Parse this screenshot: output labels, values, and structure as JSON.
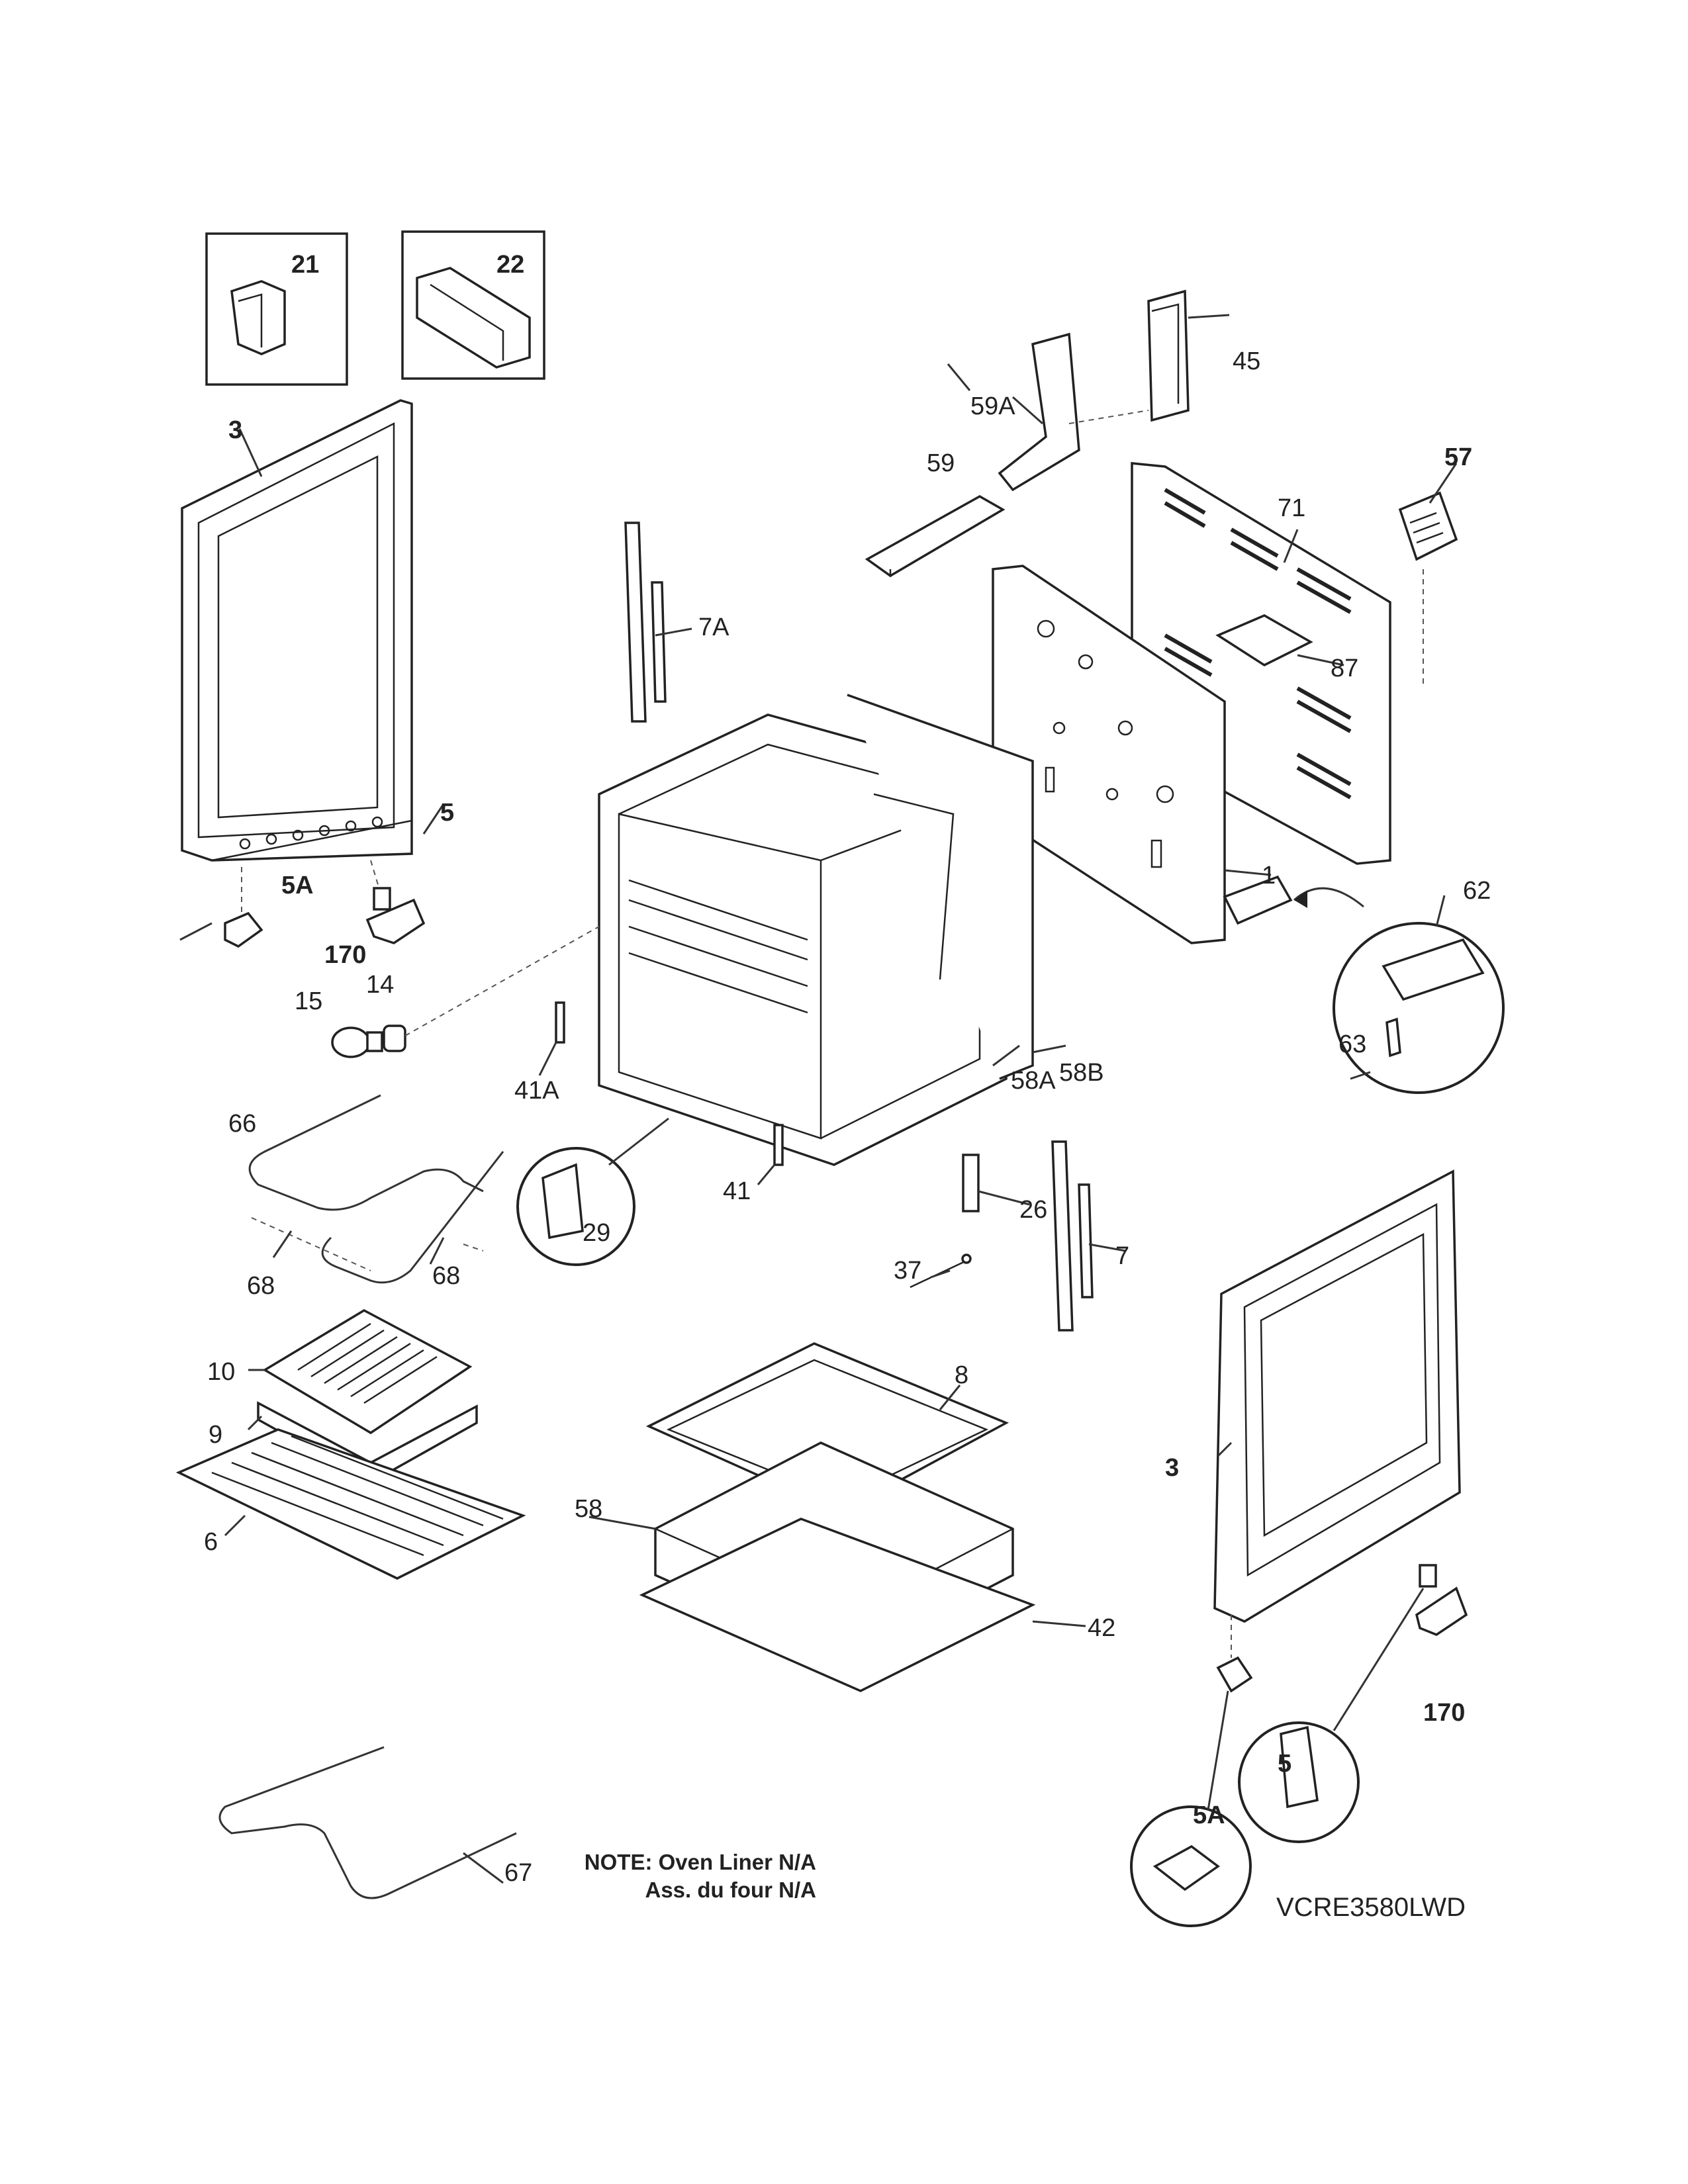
{
  "diagram": {
    "callouts": {
      "c21": "21",
      "c22": "22",
      "c3_left": "3",
      "c45": "45",
      "c59A": "59A",
      "c59": "59",
      "c57": "57",
      "c71": "71",
      "c7A": "7A",
      "c87": "87",
      "c5_left": "5",
      "c5A_left": "5A",
      "c170_left": "170",
      "c1": "1",
      "c62": "62",
      "c63": "63",
      "c15": "15",
      "c14": "14",
      "c41A": "41A",
      "c58A": "58A",
      "c58B": "58B",
      "c66": "66",
      "c41": "41",
      "c26": "26",
      "c29": "29",
      "c68_right": "68",
      "c68_left": "68",
      "c7": "7",
      "c37": "37",
      "c10": "10",
      "c8": "8",
      "c9": "9",
      "c3_right": "3",
      "c6": "6",
      "c58": "58",
      "c42": "42",
      "c170_right": "170",
      "c5_right": "5",
      "c5A_right": "5A",
      "c67": "67"
    },
    "note_line1": "NOTE: Oven Liner N/A",
    "note_line2": "Ass. du four N/A",
    "model": "VCRE3580LWD"
  },
  "colors": {
    "line": "#222222",
    "background": "#ffffff"
  }
}
